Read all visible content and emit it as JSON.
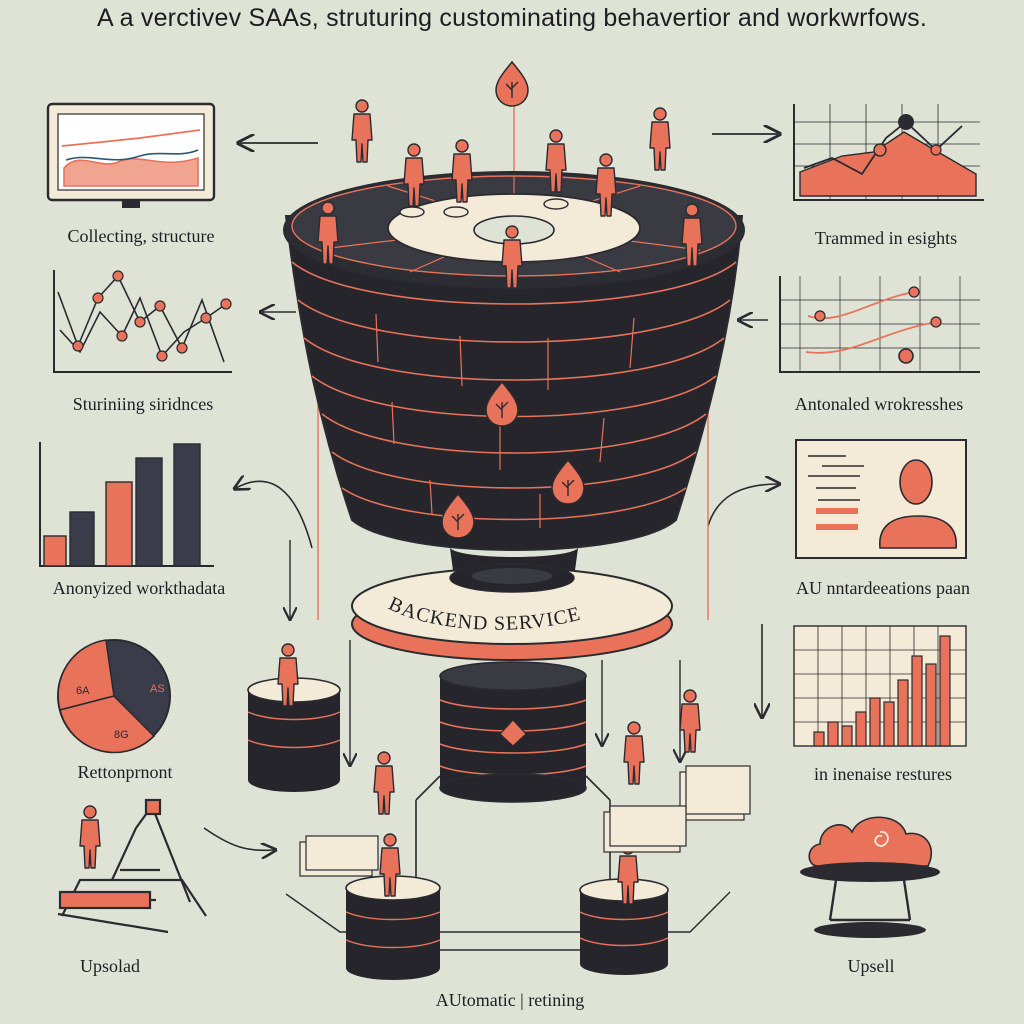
{
  "title": "A a verctivev SAAs, struturing custominating behavertior and workwrfows.",
  "center": {
    "platform_label": "BACKEND SERVICE",
    "bottom_label": "AUtomatic | retining"
  },
  "left_column": [
    {
      "label": "Collecting, structure"
    },
    {
      "label": "Sturiniing siridnces"
    },
    {
      "label": "Anonyized workthadata"
    },
    {
      "label": "Rettonprnont"
    },
    {
      "label": "Upsolad"
    }
  ],
  "right_column": [
    {
      "label": "Trammed in esights"
    },
    {
      "label": "Antonaled wrokresshes"
    },
    {
      "label": "AU nntardeeations paan"
    },
    {
      "label": "in inenaise restures"
    },
    {
      "label": "Upsell"
    }
  ],
  "pie": {
    "slices": [
      "6A",
      "AS",
      "8G"
    ],
    "values": [
      30,
      38,
      32
    ]
  },
  "colors": {
    "accent": "#e8735a",
    "dark": "#25252b",
    "line": "#2a2a30",
    "cream": "#f3ead8",
    "bg": "#dfe3d6"
  }
}
